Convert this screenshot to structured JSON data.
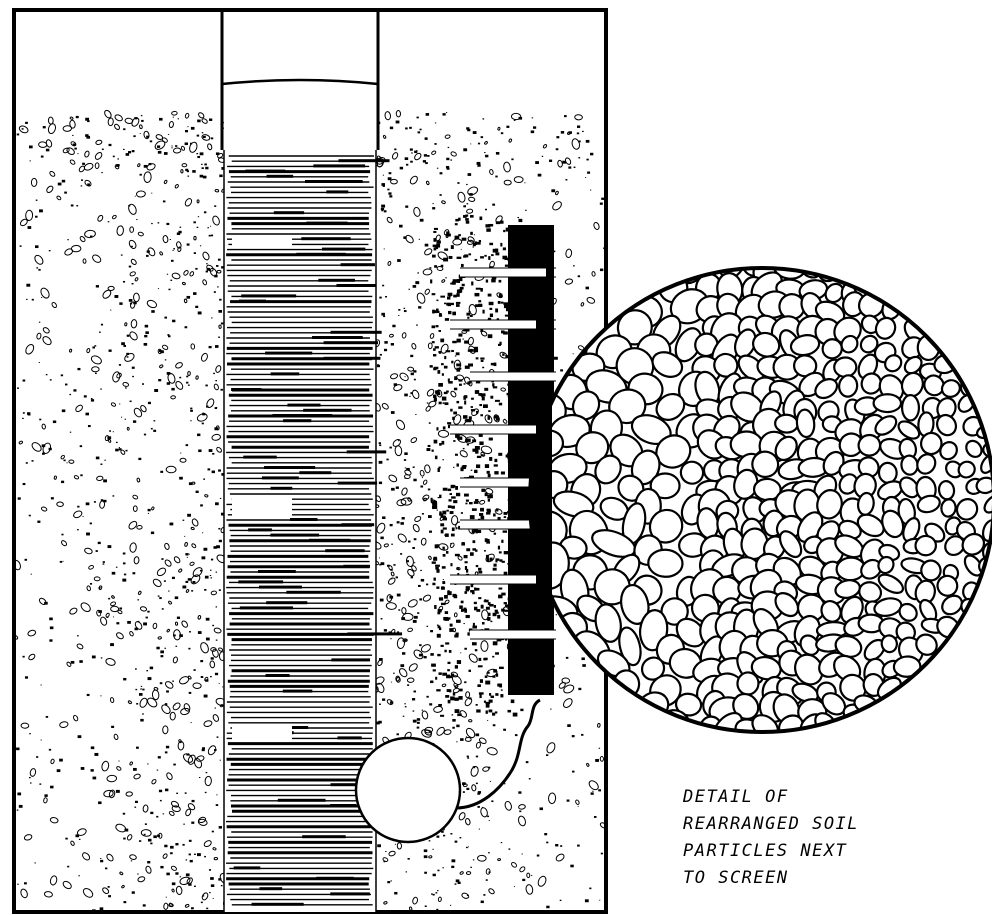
{
  "caption": {
    "lines": [
      "DETAIL OF",
      "REARRANGED SOIL",
      "PARTICLES NEXT",
      "TO SCREEN"
    ]
  },
  "colors": {
    "ink": "#000000",
    "paper": "#ffffff"
  },
  "parts": [
    "well-casing",
    "well-screen",
    "soil-gravel",
    "magnified-detail-circle",
    "leader-line",
    "small-detail-circle"
  ]
}
